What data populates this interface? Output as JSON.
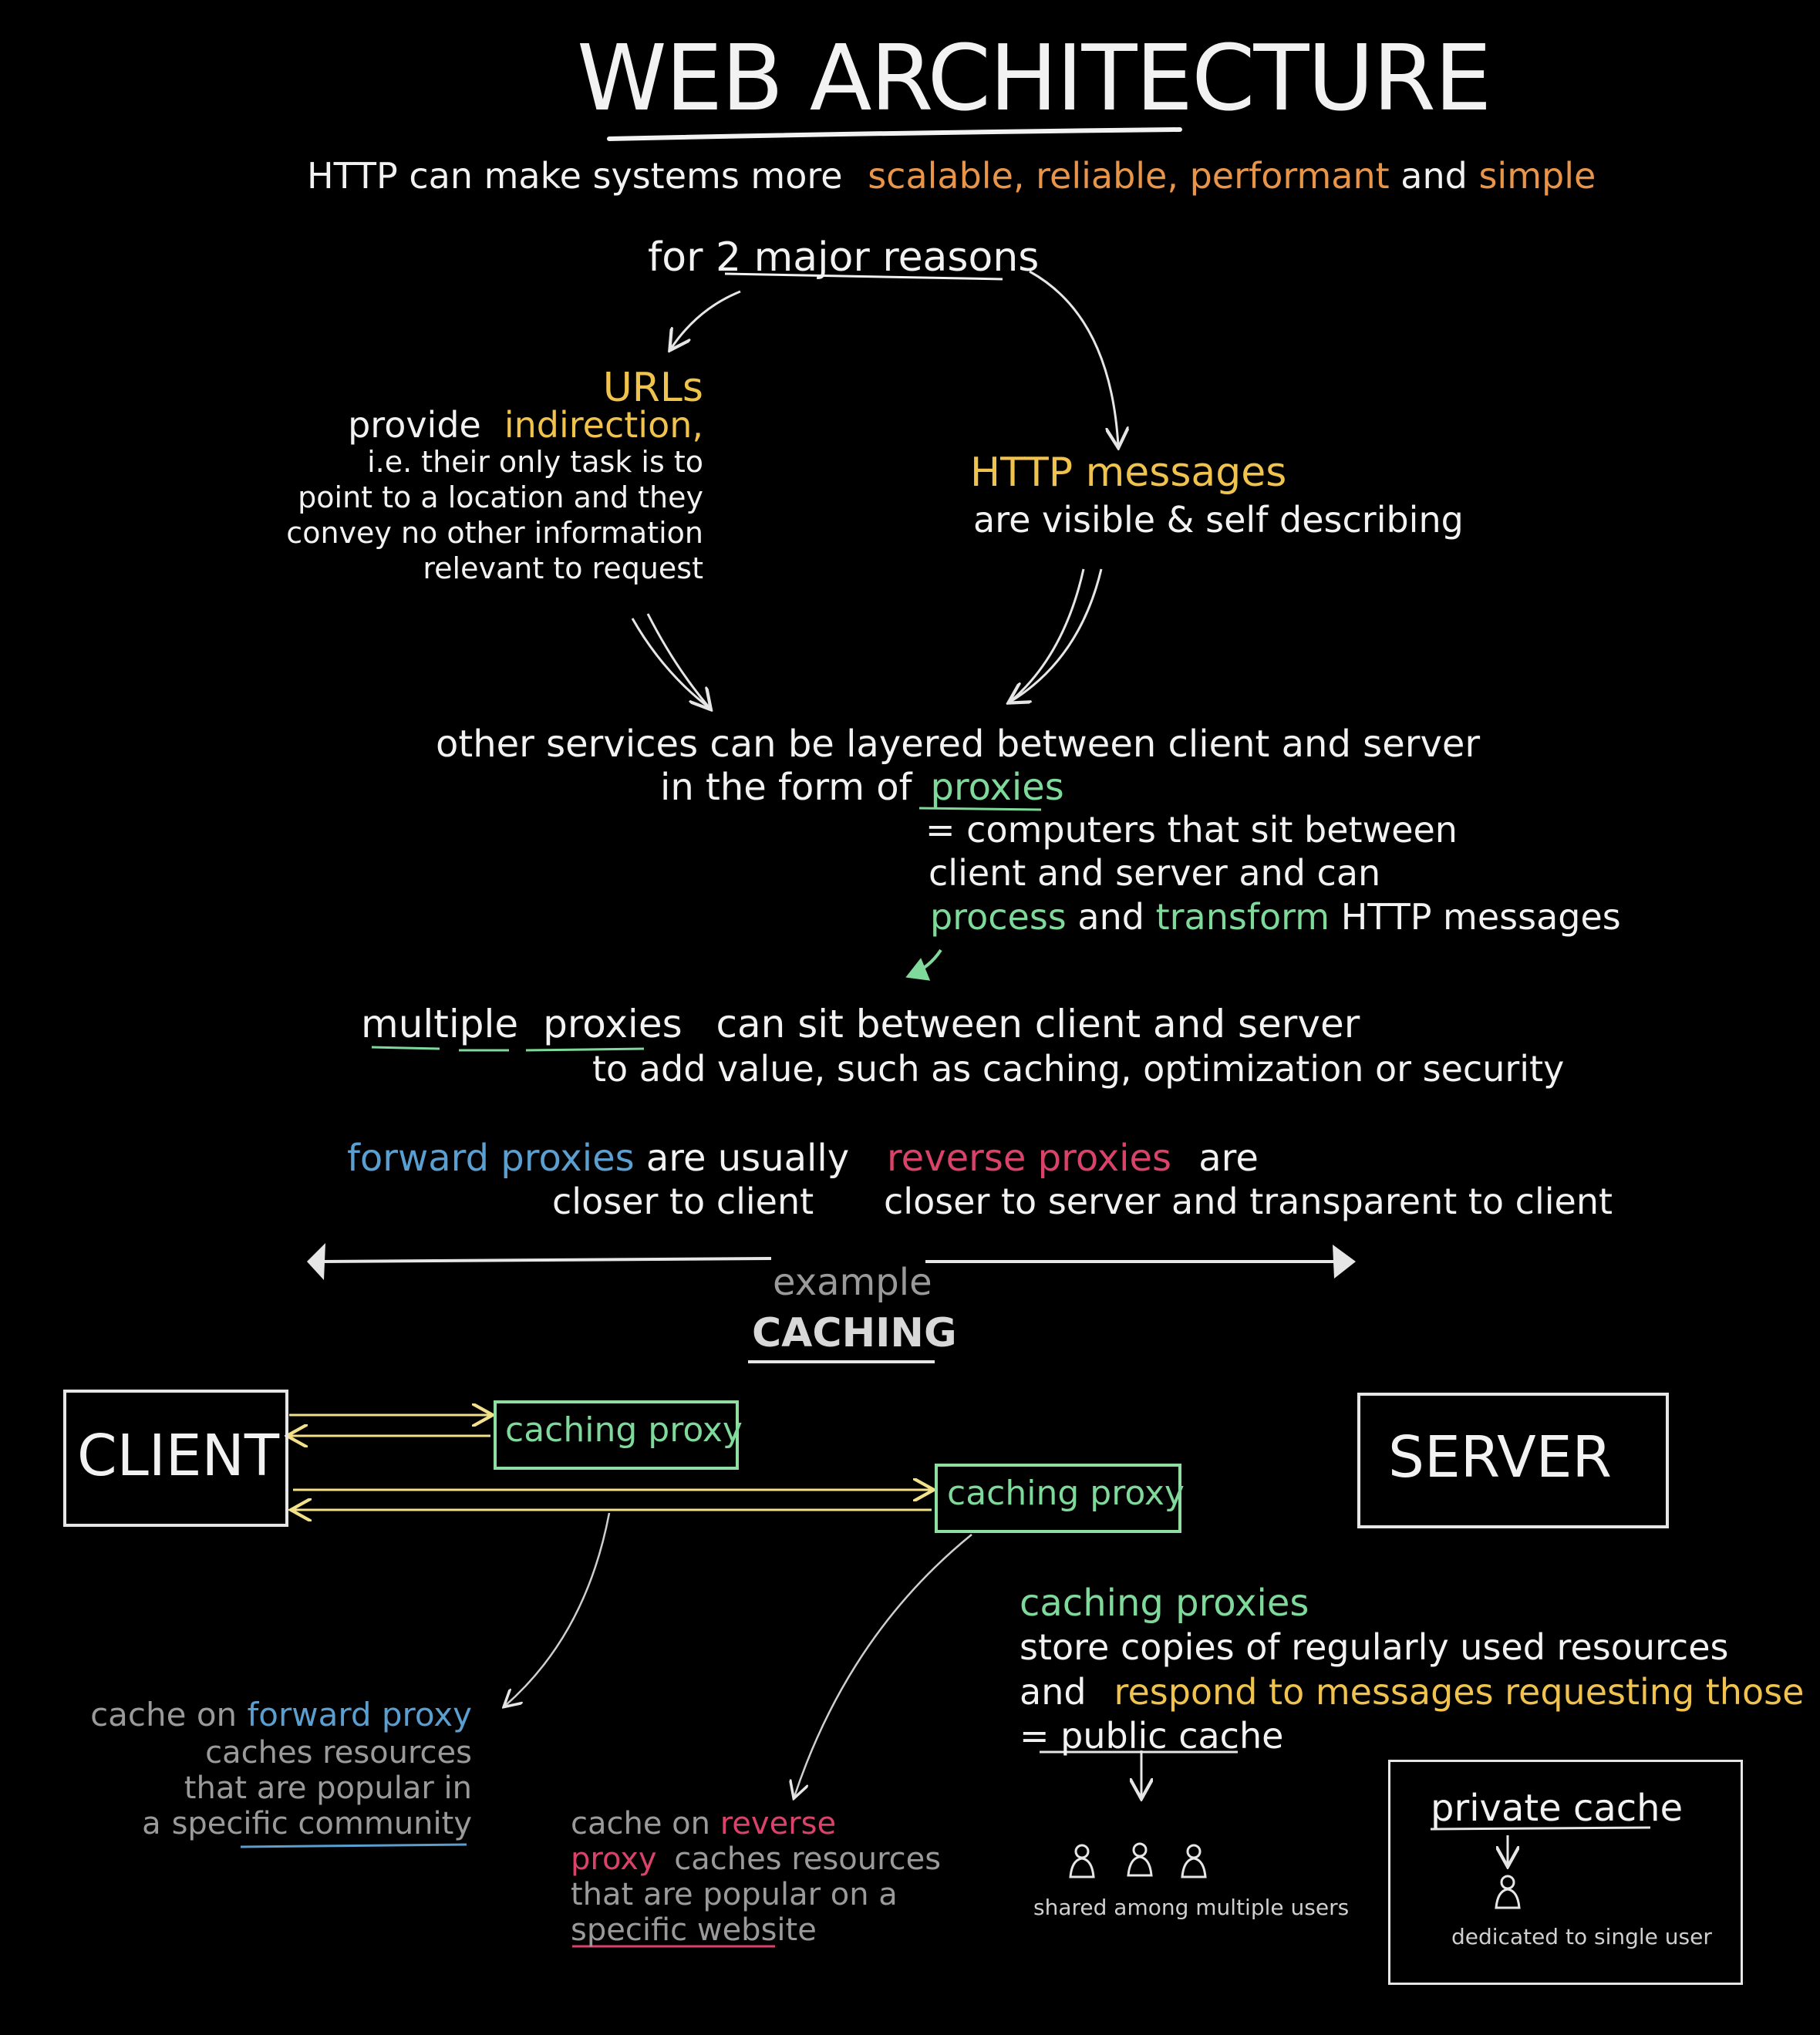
{
  "title": "WEB ARCHITECTURE",
  "intro": {
    "a": "HTTP  can make  systems  more",
    "b": "scalable, reliable, performant",
    "c": "and",
    "d": "simple"
  },
  "reasons": "for 2 major reasons",
  "urls": {
    "head": "URLs",
    "l1a": "provide",
    "l1b": "indirection,",
    "l2": "i.e. their only task is to",
    "l3": "point to a location and they",
    "l4": "convey no other information",
    "l5": "relevant to request"
  },
  "http": {
    "head": "HTTP  messages",
    "line": "are visible &  self describing"
  },
  "services": {
    "l1": "other services  can be  layered  between  client and server",
    "l2a": "in the form of",
    "l2b": "proxies",
    "l3": "= computers that sit between",
    "l4": "client and server and  can",
    "l5a": "process",
    "l5b": "and",
    "l5c": "transform",
    "l5d": "HTTP messages"
  },
  "multiple": {
    "l1a": "multiple",
    "l1b": "proxies",
    "l1c": "can sit between client  and server",
    "l2": "to add value,  such as  caching, optimization or security"
  },
  "forward": {
    "head": "forward proxies",
    "rest": "are  usually",
    "l2": "closer to client"
  },
  "reverse": {
    "head": "reverse proxies",
    "rest": "are",
    "l2": "closer to server and transparent to client"
  },
  "example": {
    "label": "example",
    "name": "CACHING"
  },
  "client": "CLIENT",
  "server": "SERVER",
  "proxy1": "caching proxy",
  "proxy2": "caching proxy",
  "cache_forward": {
    "l1a": "cache on",
    "l1b": "forward proxy",
    "l2": "caches resources",
    "l3": "that are popular in",
    "l4a": "a",
    "l4b": "specific community"
  },
  "cache_reverse": {
    "l1a": "cache on",
    "l1b": "reverse",
    "l2a": "proxy",
    "l2b": "caches resources",
    "l3": "that are popular on a",
    "l4": "specific website"
  },
  "caching_proxies": {
    "head": "caching  proxies",
    "l2": "store copies of regularly used resources",
    "l3a": "and",
    "l3b": "respond to messages requesting those",
    "l4": "= public cache"
  },
  "shared_label": "shared among multiple  users",
  "private": {
    "head": "private cache",
    "label": "dedicated to single user"
  }
}
